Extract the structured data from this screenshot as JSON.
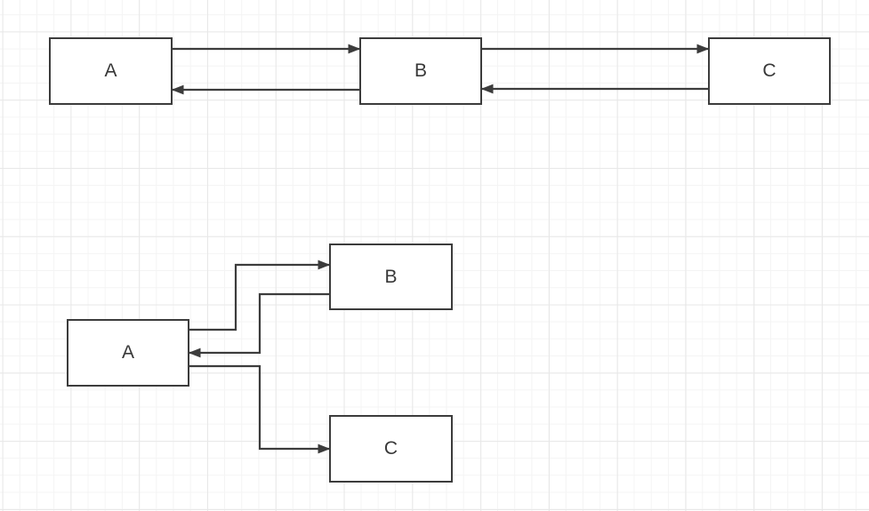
{
  "canvas": {
    "background_color": "#ffffff",
    "grid_minor_color": "#f4f4f4",
    "grid_major_color": "#e8e8e8",
    "stroke_color": "#3c3c3c",
    "node_fill_color": "#ffffff"
  },
  "top_diagram": {
    "nodes": [
      {
        "id": "A",
        "label": "A"
      },
      {
        "id": "B",
        "label": "B"
      },
      {
        "id": "C",
        "label": "C"
      }
    ],
    "edges": [
      {
        "from": "A",
        "to": "B"
      },
      {
        "from": "B",
        "to": "A"
      },
      {
        "from": "B",
        "to": "C"
      },
      {
        "from": "C",
        "to": "B"
      }
    ]
  },
  "bottom_diagram": {
    "nodes": [
      {
        "id": "A",
        "label": "A"
      },
      {
        "id": "B",
        "label": "B"
      },
      {
        "id": "C",
        "label": "C"
      }
    ],
    "edges": [
      {
        "from": "A",
        "to": "B"
      },
      {
        "from": "B",
        "to": "A"
      },
      {
        "from": "A",
        "to": "C"
      }
    ]
  }
}
